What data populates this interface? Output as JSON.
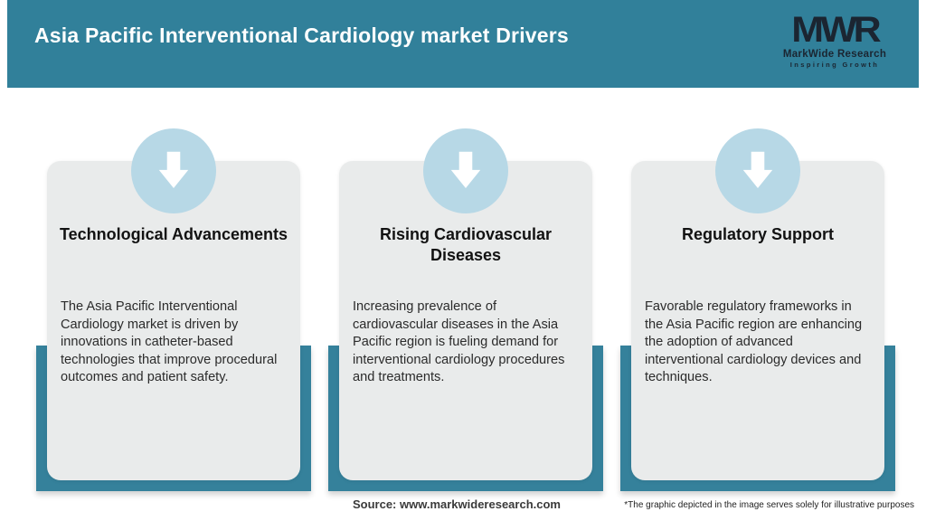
{
  "header": {
    "title": "Asia Pacific Interventional Cardiology market Drivers",
    "logo": {
      "monogram": "MWR",
      "name": "MarkWide Research",
      "tagline": "Inspiring Growth"
    }
  },
  "cards": [
    {
      "icon": "down-arrow-icon",
      "title": "Technological Advancements",
      "body": "The Asia Pacific Interventional Cardiology market is driven by innovations in catheter-based technologies that improve procedural outcomes and patient safety."
    },
    {
      "icon": "down-arrow-icon",
      "title": "Rising Cardiovascular Diseases",
      "body": "Increasing prevalence of cardiovascular diseases in the Asia Pacific region is fueling demand for interventional cardiology procedures and treatments."
    },
    {
      "icon": "down-arrow-icon",
      "title": "Regulatory Support",
      "body": "Favorable regulatory frameworks in the Asia Pacific region are enhancing the adoption of advanced interventional cardiology devices and techniques."
    }
  ],
  "footer": {
    "source": "Source: www.markwideresearch.com",
    "disclaimer": "*The graphic depicted in the image serves solely for illustrative purposes"
  },
  "colors": {
    "header_teal": "#31809A",
    "frame_teal": "#35819B",
    "card_gray": "#e9ebeb",
    "badge_blue": "#b7d8e6",
    "logo_navy": "#1b2531",
    "title_white": "#ffffff"
  }
}
